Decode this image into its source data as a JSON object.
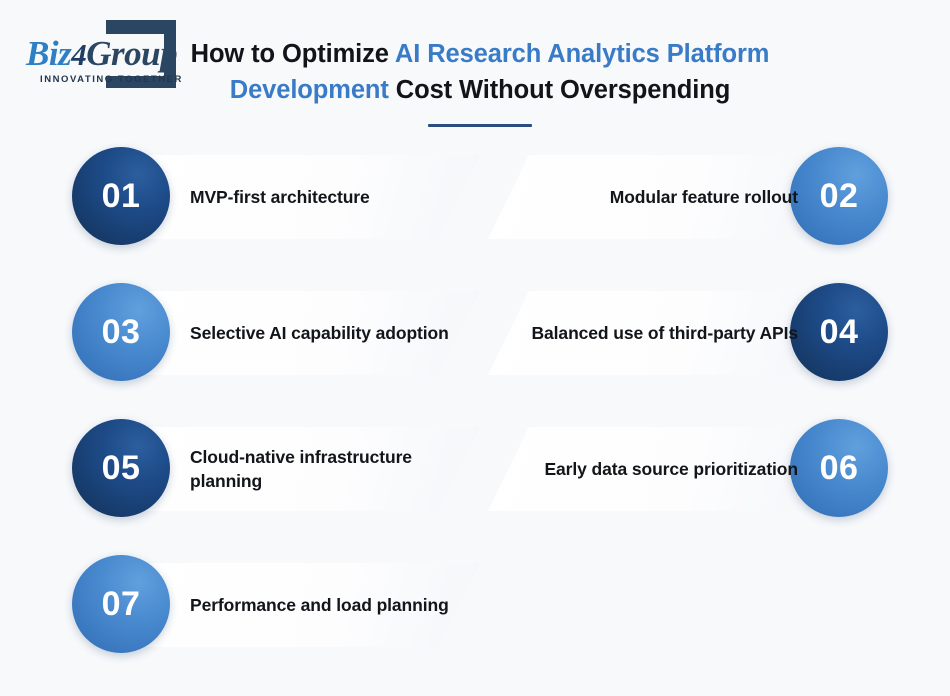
{
  "background_color": "#f7f9fb",
  "brand": {
    "logo_name": "biz4group-logo",
    "wordmark_biz": "Biz",
    "wordmark_four": "4",
    "wordmark_group": "Group",
    "tagline": "INNOVATING TOGETHER",
    "color_blue": "#2e7fc4",
    "color_navy": "#2b4663"
  },
  "header": {
    "title_prefix": "How to Optimize ",
    "title_highlight": "AI Research Analytics Platform Development",
    "title_suffix": " Cost Without Overspending",
    "highlight_color": "#3a7bc8",
    "rule_color": "#2b4e7e"
  },
  "colors": {
    "circle_dark": "#1d4a87",
    "circle_blue": "#4a8bd0",
    "banner": "#ffffff",
    "text": "#121519"
  },
  "items": [
    {
      "number": "01",
      "label": "MVP-first architecture",
      "side": "left",
      "tone": "dark"
    },
    {
      "number": "02",
      "label": "Modular feature rollout",
      "side": "right",
      "tone": "blue"
    },
    {
      "number": "03",
      "label": "Selective AI capability adoption",
      "side": "left",
      "tone": "blue"
    },
    {
      "number": "04",
      "label": "Balanced use of third-party APIs",
      "side": "right",
      "tone": "dark"
    },
    {
      "number": "05",
      "label": "Cloud-native infrastructure planning",
      "side": "left",
      "tone": "dark"
    },
    {
      "number": "06",
      "label": "Early data source prioritization",
      "side": "right",
      "tone": "blue"
    },
    {
      "number": "07",
      "label": "Performance and load planning",
      "side": "left",
      "tone": "blue"
    }
  ]
}
